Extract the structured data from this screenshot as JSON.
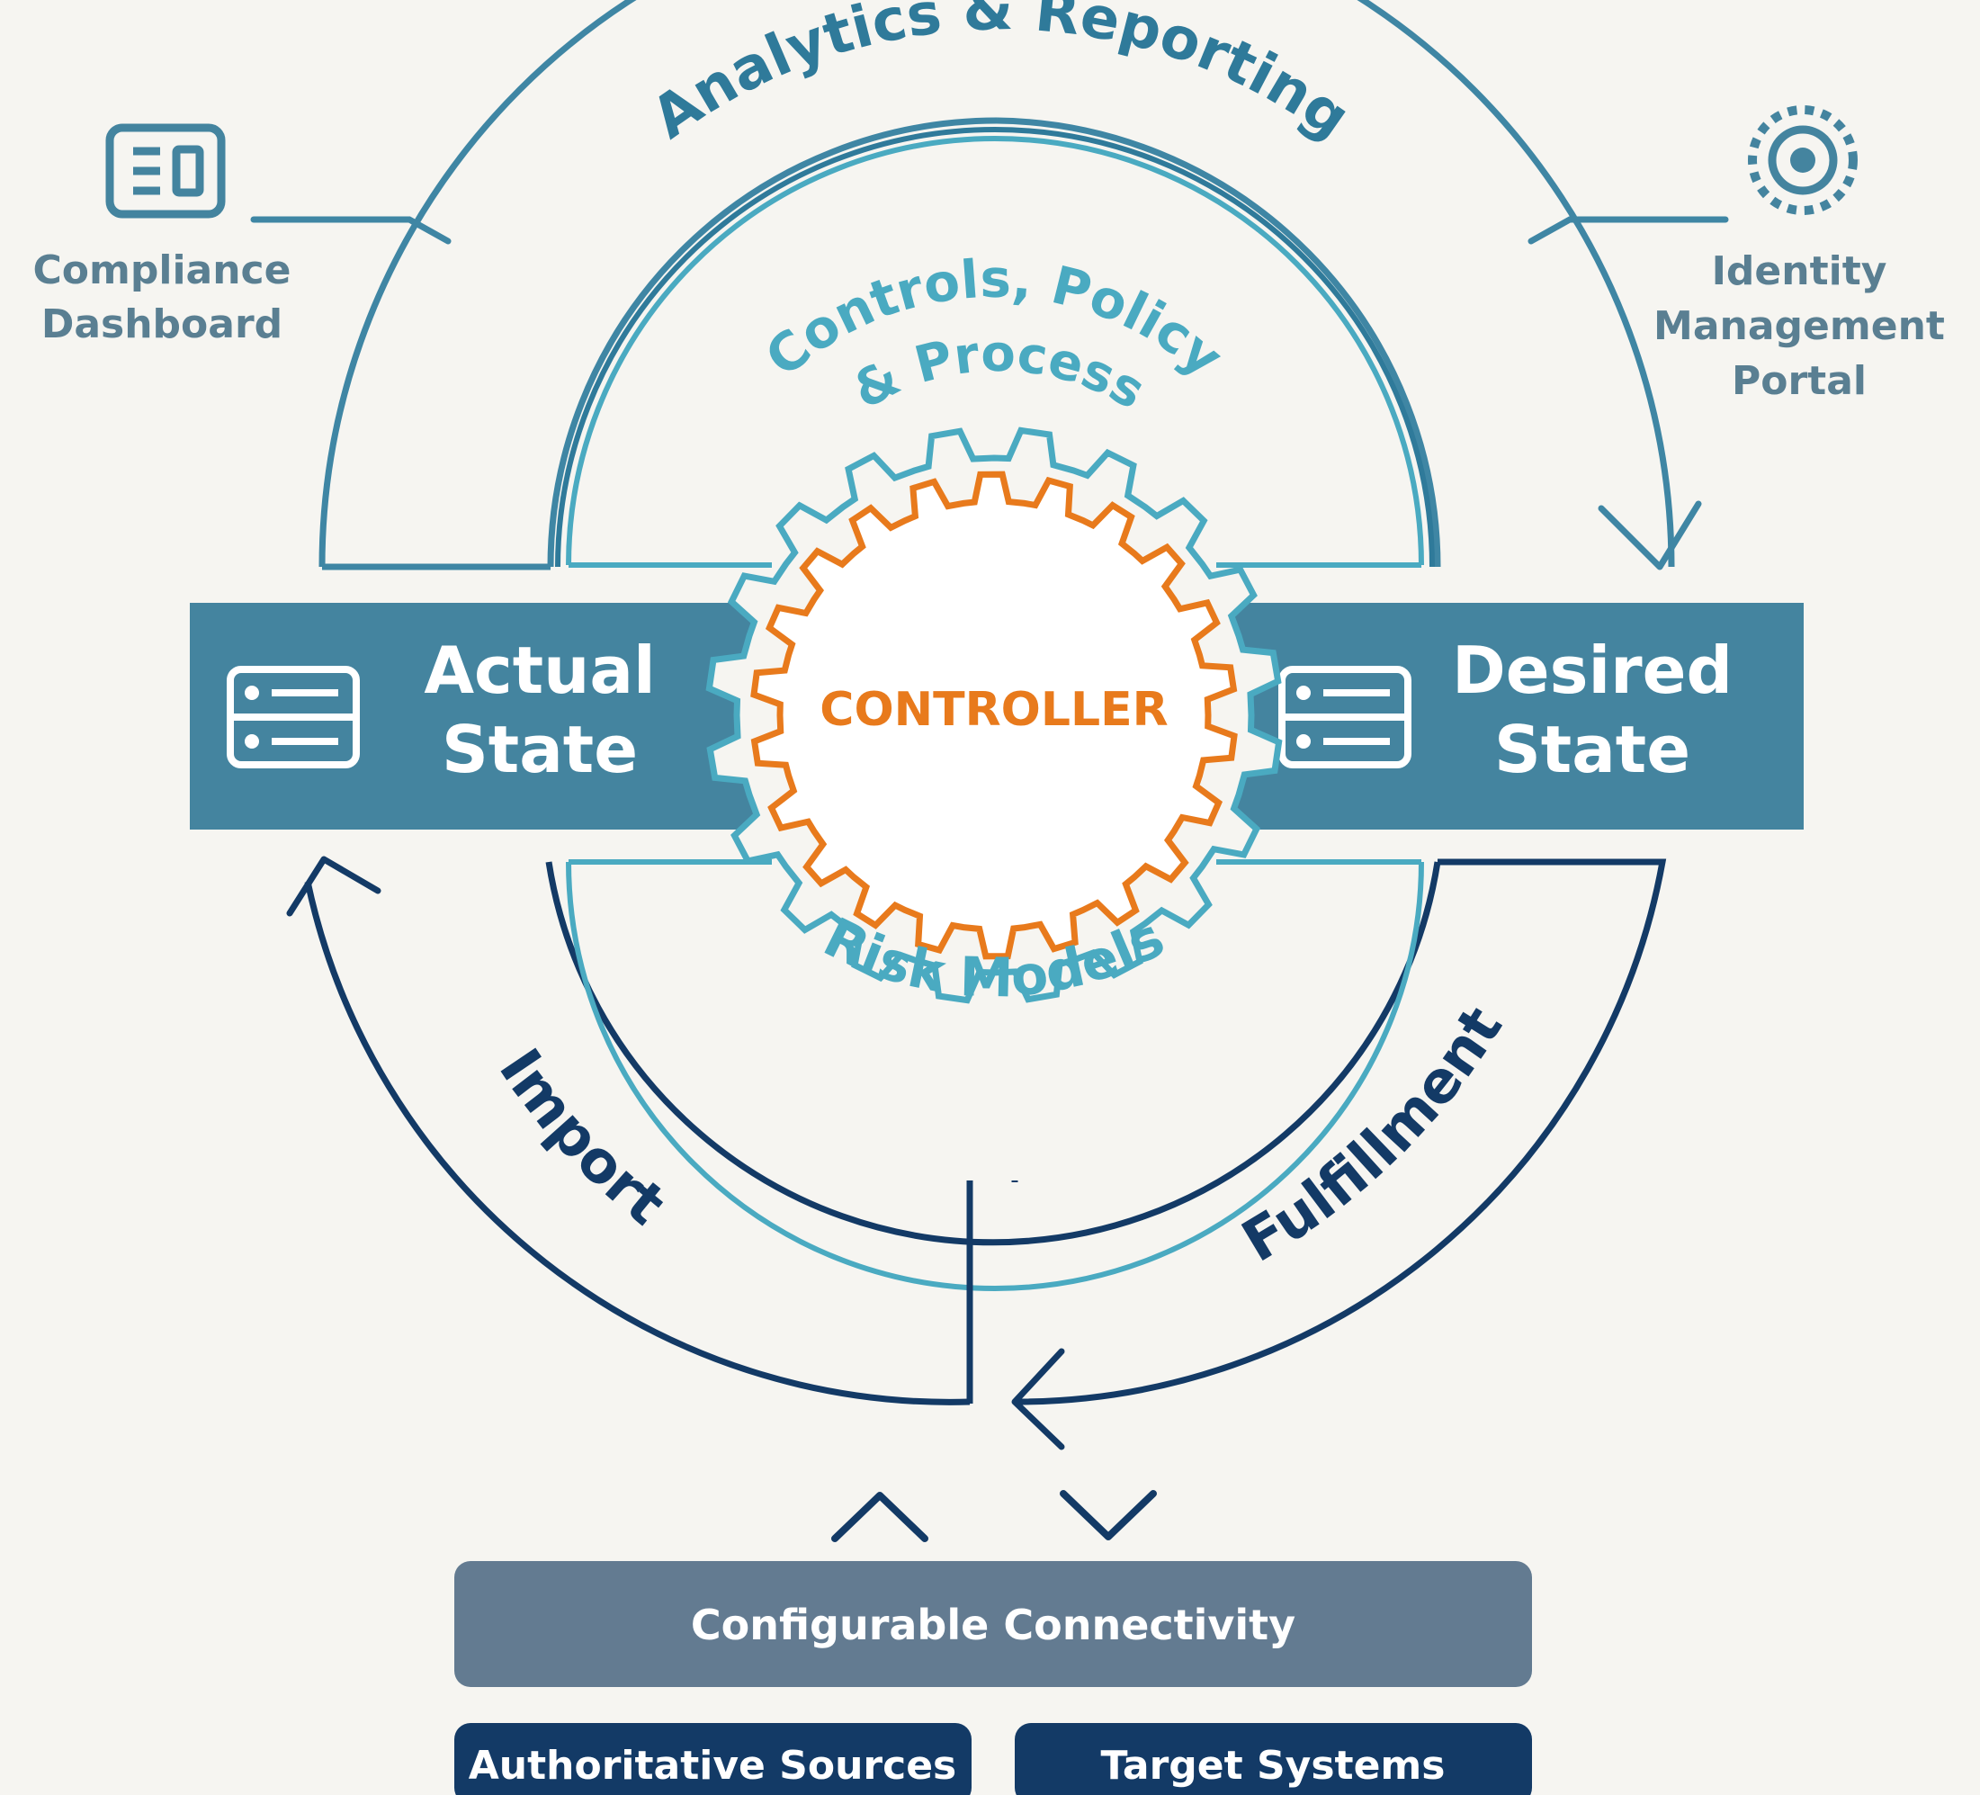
{
  "arcs": {
    "analytics": "Analytics & Reporting",
    "controls": "Controls, Policy",
    "process": "& Process",
    "risk": "Risk Models",
    "import": "Import",
    "fulfillment": "Fulfillment"
  },
  "side_labels": {
    "compliance_line1": "Compliance",
    "compliance_line2": "Dashboard",
    "identity_line1": "Identity",
    "identity_line2": "Management",
    "identity_line3": "Portal"
  },
  "states": {
    "actual_line1": "Actual",
    "actual_line2": "State",
    "desired_line1": "Desired",
    "desired_line2": "State"
  },
  "controller": "CONTROLLER",
  "connectivity": "Configurable Connectivity",
  "sources": "Authoritative Sources",
  "targets": "Target Systems",
  "colors": {
    "background": "#f6f5f1",
    "band": "#44849f",
    "outer_arc": "#3f86a4",
    "light_teal": "#4aaac1",
    "navy": "#133a66",
    "orange": "#e87a1c",
    "gray_box": "#637b91",
    "side_text": "#5a7f92"
  },
  "icons": [
    "dashboard-icon",
    "portal-icon",
    "server-icon"
  ]
}
